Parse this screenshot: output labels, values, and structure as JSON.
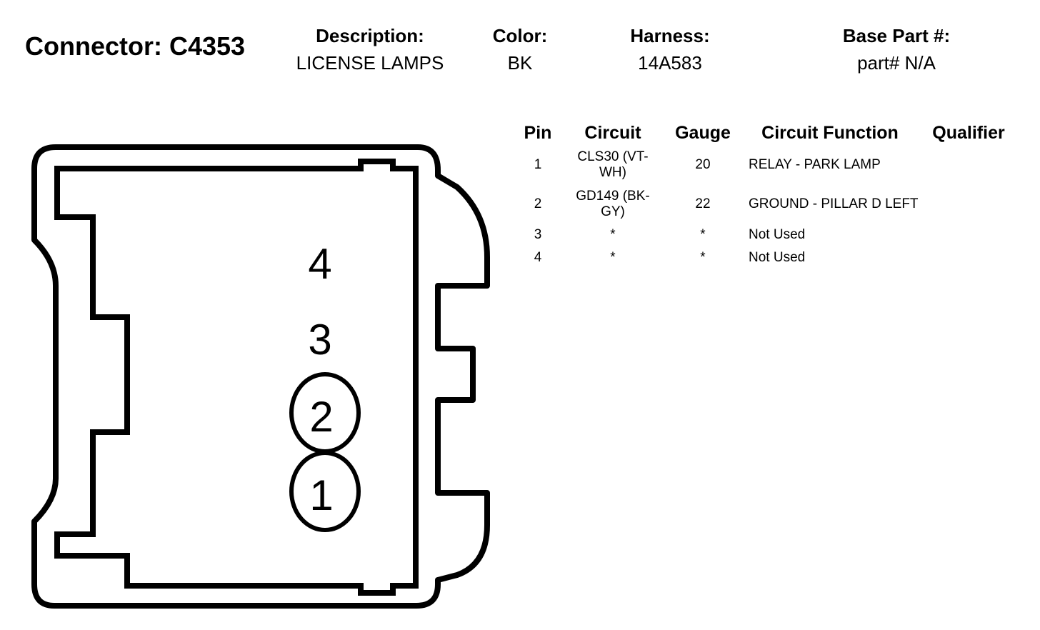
{
  "header": {
    "connector_title": "Connector: C4353",
    "description_label": "Description:",
    "description_value": "LICENSE LAMPS",
    "color_label": "Color:",
    "color_value": "BK",
    "harness_label": "Harness:",
    "harness_value": "14A583",
    "base_part_label": "Base Part #:",
    "base_part_value": "part# N/A"
  },
  "table": {
    "columns": [
      "Pin",
      "Circuit",
      "Gauge",
      "Circuit Function",
      "Qualifier"
    ],
    "rows": [
      {
        "pin": "1",
        "circuit": "CLS30 (VT-WH)",
        "gauge": "20",
        "function": "RELAY - PARK LAMP",
        "qualifier": ""
      },
      {
        "pin": "2",
        "circuit": "GD149 (BK-GY)",
        "gauge": "22",
        "function": "GROUND - PILLAR D LEFT",
        "qualifier": ""
      },
      {
        "pin": "3",
        "circuit": "*",
        "gauge": "*",
        "function": "Not Used",
        "qualifier": ""
      },
      {
        "pin": "4",
        "circuit": "*",
        "gauge": "*",
        "function": "Not Used",
        "qualifier": ""
      }
    ]
  },
  "connector_face": {
    "pin_labels": [
      "4",
      "3",
      "2",
      "1"
    ]
  }
}
